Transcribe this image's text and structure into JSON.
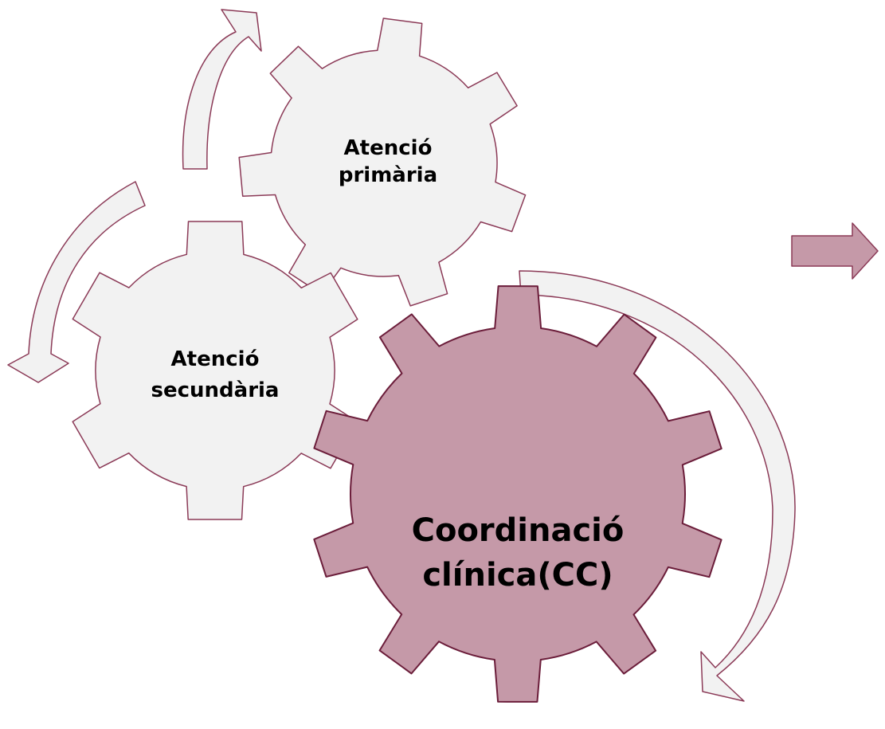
{
  "diagram": {
    "gears": [
      {
        "id": "primaria",
        "lines": [
          "Atenció",
          "primària"
        ],
        "fill": "#f2f2f2",
        "stroke": "#8b3a57"
      },
      {
        "id": "secundaria",
        "lines": [
          "Atenció",
          "secundària"
        ],
        "fill": "#f2f2f2",
        "stroke": "#8b3a57"
      },
      {
        "id": "coordinacio",
        "lines": [
          "Coordinació",
          "clínica(CC)"
        ],
        "fill": "#c599a8",
        "stroke": "#6b1d3a"
      }
    ],
    "colors": {
      "arrow_fill": "#f2f2f2",
      "arrow_stroke": "#8b3a57",
      "side_arrow_fill": "#c599a8",
      "side_arrow_stroke": "#8b3a57"
    }
  }
}
